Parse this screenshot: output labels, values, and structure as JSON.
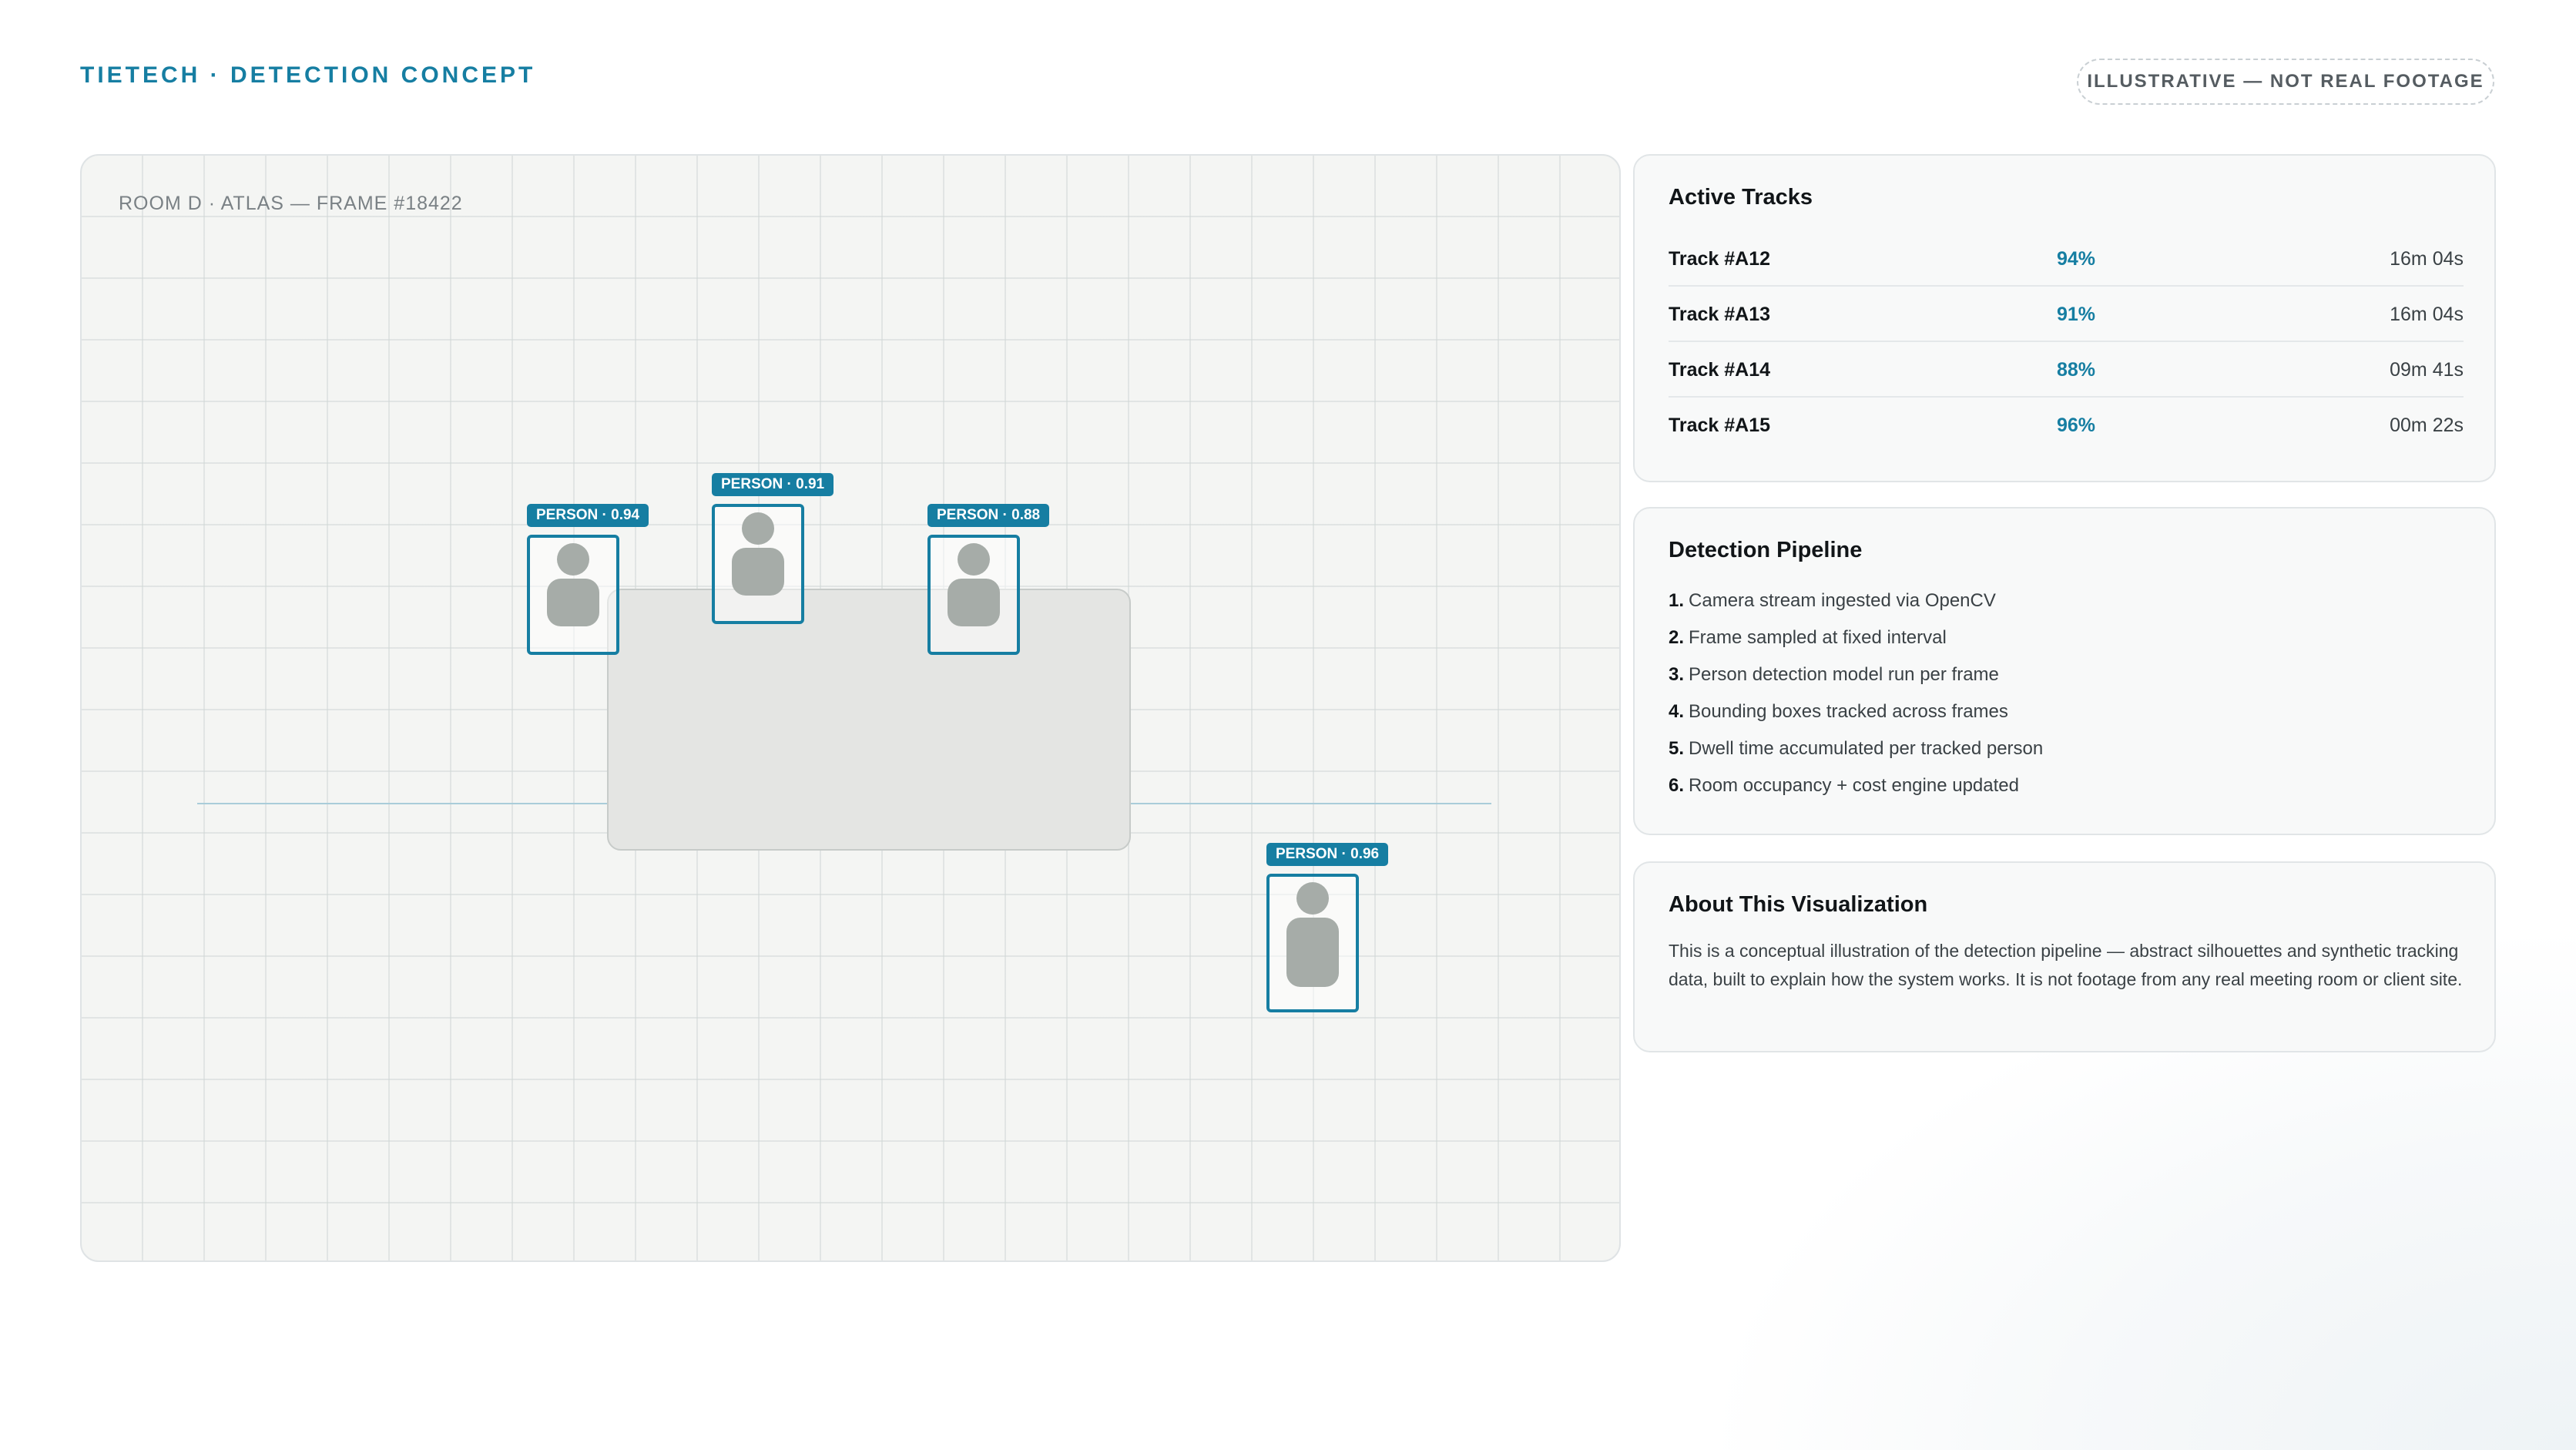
{
  "header": {
    "brand": "TIETECH · DETECTION CONCEPT",
    "disclaimer": "ILLUSTRATIVE — NOT REAL FOOTAGE"
  },
  "stage": {
    "label": "ROOM D · ATLAS — FRAME #18422",
    "people": [
      {
        "label": "PERSON · 0.94"
      },
      {
        "label": "PERSON · 0.91"
      },
      {
        "label": "PERSON · 0.88"
      },
      {
        "label": "PERSON · 0.96"
      }
    ]
  },
  "tracks": {
    "title": "Active Tracks",
    "rows": [
      {
        "name": "Track #A12",
        "confidence": "94%",
        "dwell": "16m 04s"
      },
      {
        "name": "Track #A13",
        "confidence": "91%",
        "dwell": "16m 04s"
      },
      {
        "name": "Track #A14",
        "confidence": "88%",
        "dwell": "09m 41s"
      },
      {
        "name": "Track #A15",
        "confidence": "96%",
        "dwell": "00m 22s"
      }
    ]
  },
  "pipeline": {
    "title": "Detection Pipeline",
    "steps": [
      {
        "num": "1.",
        "text": "Camera stream ingested via OpenCV"
      },
      {
        "num": "2.",
        "text": "Frame sampled at fixed interval"
      },
      {
        "num": "3.",
        "text": "Person detection model run per frame"
      },
      {
        "num": "4.",
        "text": "Bounding boxes tracked across frames"
      },
      {
        "num": "5.",
        "text": "Dwell time accumulated per tracked person"
      },
      {
        "num": "6.",
        "text": "Room occupancy + cost engine updated"
      }
    ]
  },
  "about": {
    "title": "About This Visualization",
    "text": "This is a conceptual illustration of the detection pipeline — abstract silhouettes and synthetic tracking data, built to explain how the system works. It is not footage from any real meeting room or client site."
  },
  "colors": {
    "accent": "#167ea2",
    "silhouette": "#a6aca8"
  }
}
